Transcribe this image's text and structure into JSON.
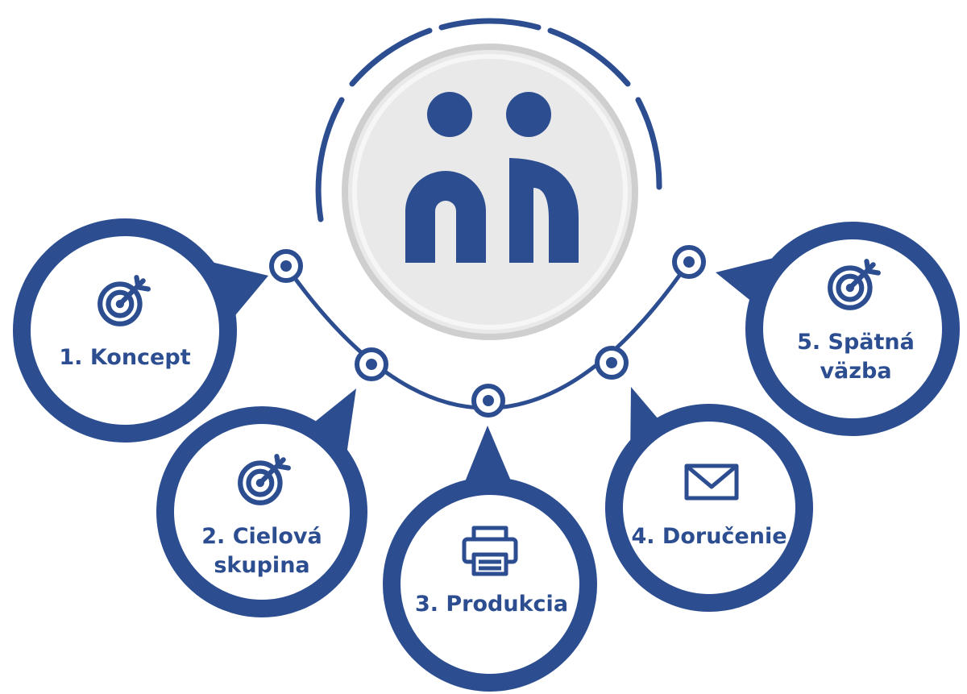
{
  "colors": {
    "primary": "#2c4e91",
    "circle_fill": "#ffffff",
    "logo_bg": "#e9e9e9",
    "logo_ring": "#cfcfcf"
  },
  "logo": {
    "icon": "dots-m-logo"
  },
  "steps": [
    {
      "label": "1. Koncept",
      "icon": "target-icon"
    },
    {
      "label": "2. Cielová skupina",
      "icon": "target-icon"
    },
    {
      "label": "3. Produkcia",
      "icon": "printer-icon"
    },
    {
      "label": "4. Doručenie",
      "icon": "envelope-icon"
    },
    {
      "label": "5. Spätná väzba",
      "icon": "target-icon"
    }
  ]
}
